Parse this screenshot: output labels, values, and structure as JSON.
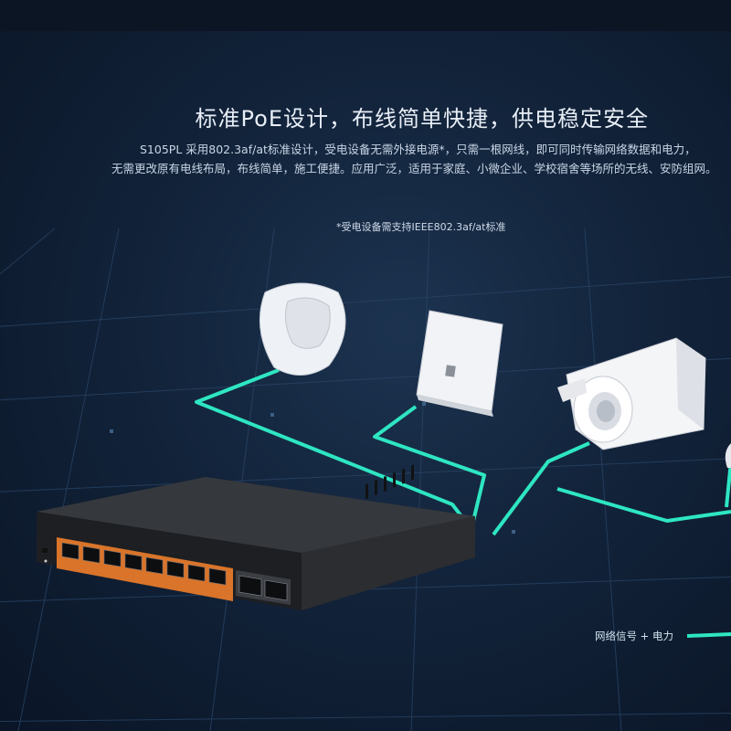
{
  "headline": "标准PoE设计，布线简单快捷，供电稳定安全",
  "description": {
    "line1": "S105PL 采用802.3af/at标准设计，受电设备无需外接电源*，只需一根网线，即可同时传输网络数据和电力，",
    "line2": "无需更改原有电线布局，布线简单，施工便捷。应用广泛，适用于家庭、小微企业、学校宿舍等场所的无线、安防组网。"
  },
  "note": "*受电设备需支持IEEE802.3af/at标准",
  "legend": {
    "label": "网络信号 + 电力"
  },
  "colors": {
    "cable": "#2ee6c2",
    "background": "#12233a",
    "switch_body": "#2b2d31"
  },
  "devices": {
    "switch": {
      "name": "poe-switch",
      "port_count": 10
    },
    "access_point": "ceiling-access-point",
    "wall_panel": "wall-panel-access-point",
    "camera": "bullet-camera"
  }
}
